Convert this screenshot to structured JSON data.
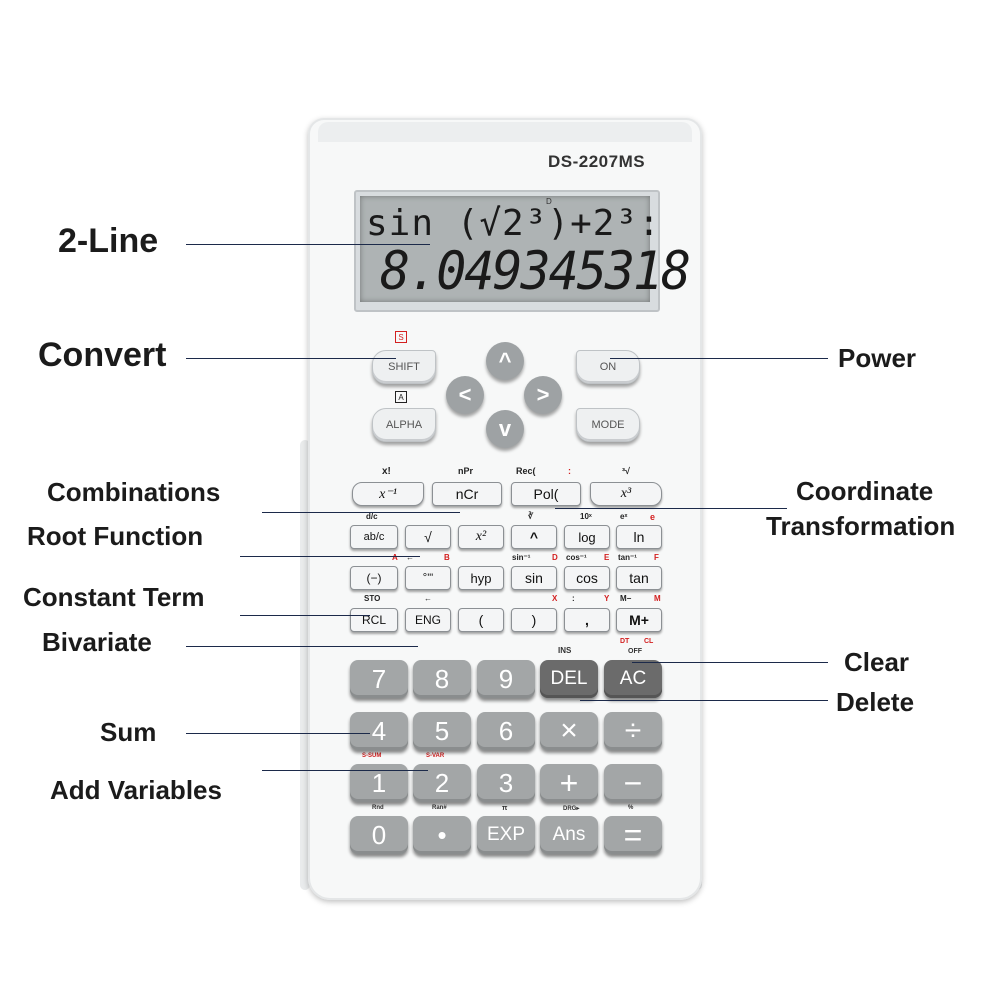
{
  "model": "DS-2207MS",
  "display": {
    "line1": "sin (√2³)+2³:",
    "line2": "8.049345318",
    "indicator": "D"
  },
  "nav_keys": {
    "shift": "SHIFT",
    "shift_marker": "S",
    "alpha": "ALPHA",
    "alpha_marker": "A",
    "on": "ON",
    "mode": "MODE",
    "up": "^",
    "down": "v",
    "left": "<",
    "right": ">"
  },
  "row1": {
    "above": [
      "x!",
      "nPr",
      "Rec(",
      ":",
      "³√"
    ],
    "keys": [
      "x⁻¹",
      "nCr",
      "Pol(",
      "x³"
    ]
  },
  "row2": {
    "above": [
      "d/c",
      "∛",
      "10ˣ",
      "eˣ",
      "e"
    ],
    "keys": [
      "ab/c",
      "√",
      "x²",
      "^",
      "log",
      "ln"
    ]
  },
  "row3": {
    "above": [
      "A",
      "←",
      "B",
      "sin⁻¹",
      "D",
      "cos⁻¹",
      "E",
      "tan⁻¹",
      "F"
    ],
    "keys": [
      "(−)",
      "°'\"",
      "hyp",
      "sin",
      "cos",
      "tan"
    ]
  },
  "row4": {
    "above": [
      "STO",
      "←",
      "X",
      ":",
      "Y",
      "M−",
      "M"
    ],
    "keys": [
      "RCL",
      "ENG",
      "(",
      ")",
      ",",
      "M+"
    ]
  },
  "big_keys": {
    "above": [
      "INS",
      "DT",
      "CL",
      "OFF",
      "S-SUM",
      "S-VAR",
      "Rnd",
      "Ran#",
      "π",
      "DRG▸",
      "%"
    ],
    "row1": [
      "7",
      "8",
      "9",
      "DEL",
      "AC"
    ],
    "row2": [
      "4",
      "5",
      "6",
      "×",
      "÷"
    ],
    "row3": [
      "1",
      "2",
      "3",
      "+",
      "−"
    ],
    "row4": [
      "0",
      "•",
      "EXP",
      "Ans",
      "="
    ]
  },
  "callouts": {
    "two_line": "2-Line",
    "convert": "Convert",
    "power": "Power",
    "combinations": "Combinations",
    "coordinate_transformation_1": "Coordinate",
    "coordinate_transformation_2": "Transformation",
    "root_function": "Root Function",
    "constant_term": "Constant Term",
    "bivariate": "Bivariate",
    "clear": "Clear",
    "delete": "Delete",
    "sum": "Sum",
    "add_variables": "Add Variables"
  },
  "colors": {
    "body": "#f7f8f8",
    "screen": "#aeb3b4",
    "key_gray": "#a3a6a7",
    "key_dark": "#6b6b6b",
    "accent_red": "#d32020",
    "callout_line": "#1c2a4a"
  }
}
